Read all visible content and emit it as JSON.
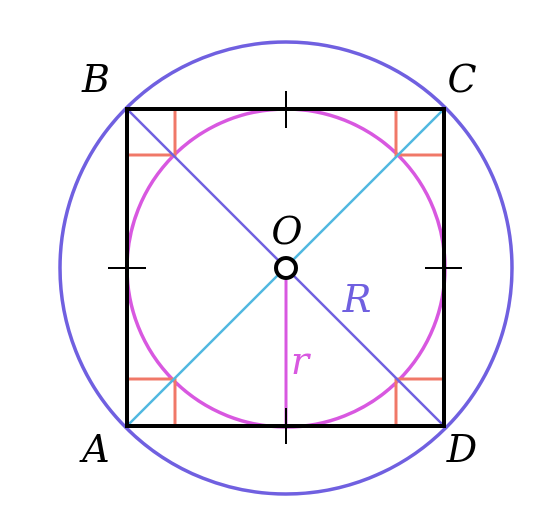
{
  "points": {
    "A": "A",
    "B": "B",
    "C": "C",
    "D": "D",
    "O": "O"
  },
  "segments": {
    "circumradius": "R",
    "inradius": "r"
  },
  "colors": {
    "square": "#000000",
    "circumcircle": "#7060e0",
    "incircle": "#d858e0",
    "diagonal_BD": "#7060e0",
    "diagonal_AC": "#50b8e0",
    "tangent_marks": "#f07868",
    "tick_marks": "#000000",
    "label_text": "#000000",
    "label_R": "#7060e0",
    "label_r": "#d858e0"
  }
}
